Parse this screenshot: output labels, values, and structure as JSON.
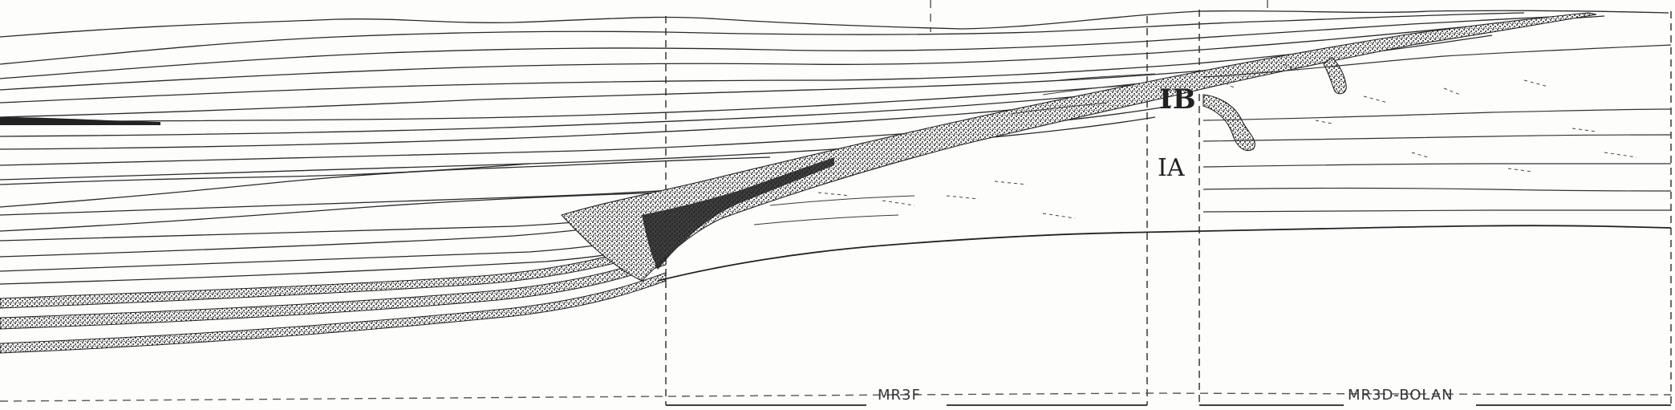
{
  "diagram": {
    "unit_labels": {
      "ib": "IB",
      "ia": "IA"
    },
    "section_labels": {
      "left": "MR3F",
      "right": "MR3D-BOLAN"
    },
    "colors": {
      "ink": "#2a2a2a",
      "stipple": "#3a3a3a",
      "dashed": "#444444",
      "background": "#fdfdfc"
    }
  }
}
